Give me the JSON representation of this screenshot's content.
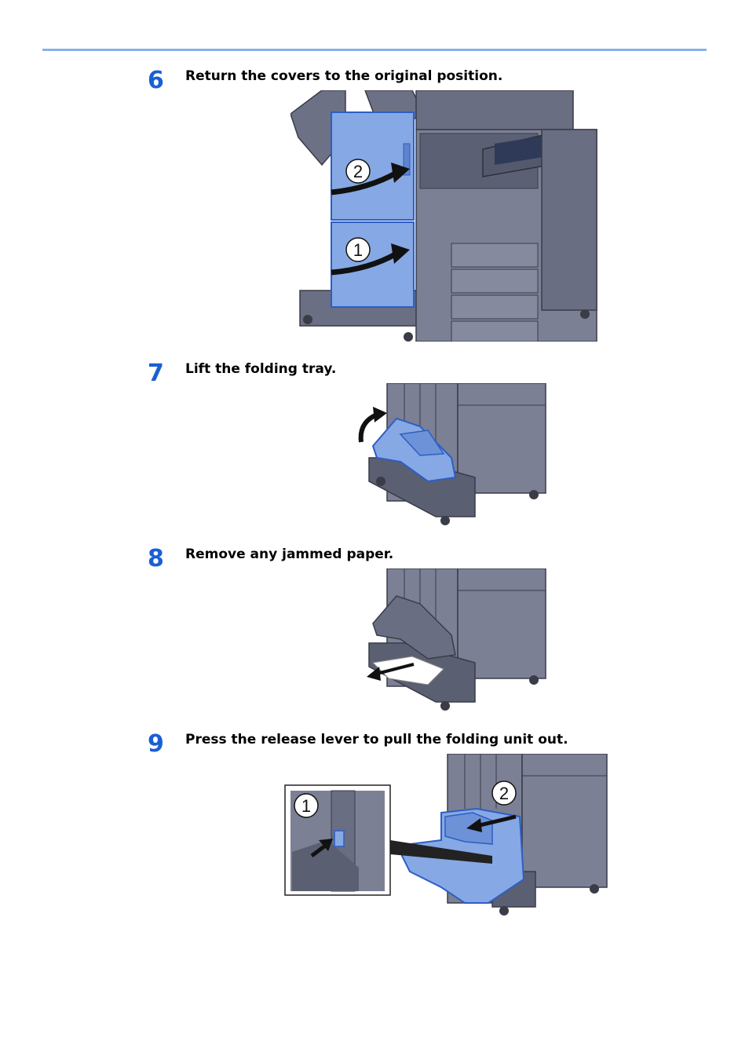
{
  "steps": [
    {
      "number": "6",
      "text": "Return the covers to the original position.",
      "callouts": [
        "2",
        "1"
      ]
    },
    {
      "number": "7",
      "text": "Lift the folding tray.",
      "callouts": []
    },
    {
      "number": "8",
      "text": "Remove any jammed paper.",
      "callouts": []
    },
    {
      "number": "9",
      "text": "Press the release lever to pull the folding unit out.",
      "callouts": [
        "1",
        "2"
      ]
    }
  ],
  "colors": {
    "rule": "#8ab0e8",
    "step_number": "#1a5fd6",
    "machine_body": "#7b7f94",
    "machine_dark": "#4b4e5e",
    "highlight_part": "#7aa2e0",
    "arrow": "#111111"
  }
}
